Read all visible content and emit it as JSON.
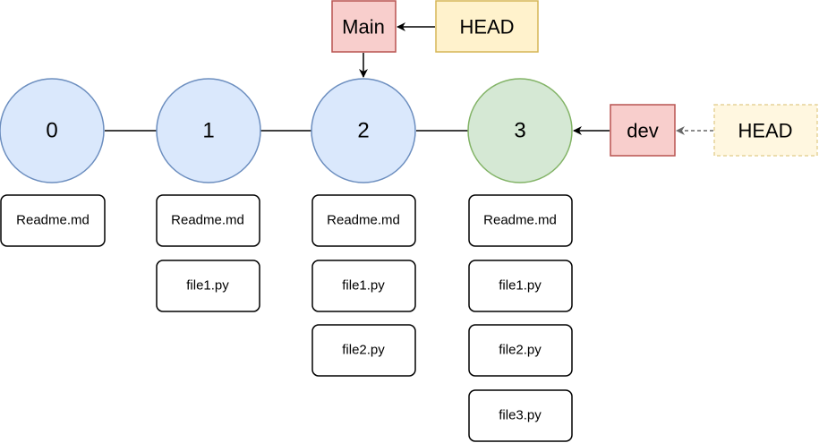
{
  "commits": [
    {
      "label": "0",
      "kind": "default",
      "files": [
        "Readme.md"
      ]
    },
    {
      "label": "1",
      "kind": "default",
      "files": [
        "Readme.md",
        "file1.py"
      ]
    },
    {
      "label": "2",
      "kind": "default",
      "files": [
        "Readme.md",
        "file1.py",
        "file2.py"
      ]
    },
    {
      "label": "3",
      "kind": "new",
      "files": [
        "Readme.md",
        "file1.py",
        "file2.py",
        "file3.py"
      ]
    }
  ],
  "branches": {
    "main": {
      "label": "Main",
      "commit": "2"
    },
    "dev": {
      "label": "dev",
      "commit": "3"
    }
  },
  "head_main": {
    "label": "HEAD",
    "style": "solid"
  },
  "head_dev": {
    "label": "HEAD",
    "style": "dashed"
  },
  "colors": {
    "commit_fill": "#dae8fc",
    "commit_stroke": "#6c8ebf",
    "new_commit_fill": "#d5e8d4",
    "new_commit_stroke": "#82b366",
    "branch_fill": "#f8cecc",
    "branch_stroke": "#b85450",
    "head_fill": "#fff2cc",
    "head_stroke": "#d6b656",
    "dashed_arrow": "#666666",
    "line": "#000000"
  }
}
